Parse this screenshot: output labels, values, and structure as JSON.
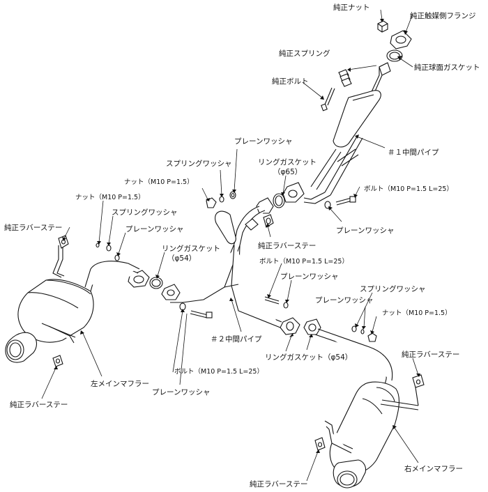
{
  "labels": {
    "oem_nut": "純正ナット",
    "oem_cat_flange": "純正触媒側フランジ",
    "oem_spring": "純正スプリング",
    "oem_ball_gasket": "純正球面ガスケット",
    "oem_bolt": "純正ボルト",
    "mid_pipe_1": "＃１中間パイプ",
    "plain_washer_top": "プレーンワッシャ",
    "spring_washer_top": "スプリングワッシャ",
    "ring_gasket_65": "リングガスケット",
    "phi_65": "（φ65）",
    "nut_m10_top": "ナット（M10 P=1.5）",
    "bolt_m10_right": "ボルト（M10 P=1.5 L=25）",
    "plain_washer_right": "プレーンワッシャ",
    "nut_m10_left": "ナット（M10 P=1.5）",
    "spring_washer_left": "スプリングワッシャ",
    "oem_rubber_stay_left_top": "純正ラバーステー",
    "plain_washer_left": "プレーンワッシャ",
    "oem_rubber_stay_center": "純正ラバーステー",
    "ring_gasket_54_left": "リングガスケット",
    "phi_54_left": "（φ54）",
    "bolt_m10_center": "ボルト（M10 P=1.5 L=25）",
    "plain_washer_center": "プレーンワッシャ",
    "spring_washer_right": "スプリングワッシャ",
    "plain_washer_right2": "プレーンワッシャ",
    "nut_m10_right": "ナット（M10 P=1.5）",
    "mid_pipe_2": "＃２中間パイプ",
    "ring_gasket_54_right": "リングガスケット（φ54）",
    "oem_rubber_stay_right_top": "純正ラバーステー",
    "left_main_muffler": "左メインマフラー",
    "bolt_m10_bottom": "ボルト（M10 P=1.5 L=25）",
    "plain_washer_bottom": "プレーンワッシャ",
    "oem_rubber_stay_left_bottom": "純正ラバーステー",
    "right_main_muffler": "右メインマフラー",
    "oem_rubber_stay_right_bottom": "純正ラバーステー"
  }
}
